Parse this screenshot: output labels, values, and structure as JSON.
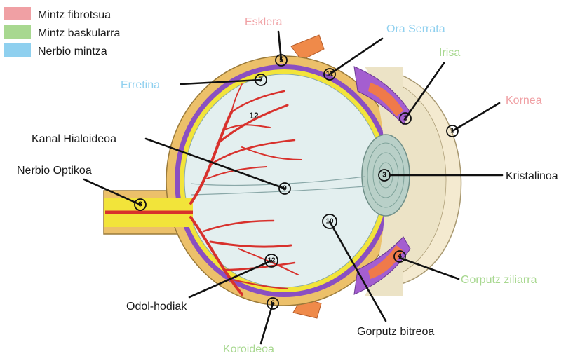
{
  "colors": {
    "fibrous": "#f0a0a4",
    "vascular": "#a8d890",
    "nervous": "#8fd0ef",
    "sclera": "#ecc06a",
    "choroid": "#8a4fc2",
    "retina": "#f2e43a",
    "vitreous": "#e3efef",
    "vessels": "#d8312c",
    "lens": "#b9d0c8",
    "cornea": "#f4ead0",
    "label_dark": "#1a1a1a"
  },
  "legend": [
    {
      "label": "Mintz fibrotsua",
      "color": "#f0a0a4"
    },
    {
      "label": "Mintz baskularra",
      "color": "#a8d890"
    },
    {
      "label": "Nerbio mintza",
      "color": "#8fd0ef"
    }
  ],
  "labels": {
    "esklera": {
      "text": "Esklera",
      "color": "#f0a0a4",
      "number": "5"
    },
    "ora_serrata": {
      "text": "Ora Serrata",
      "color": "#8fd0ef",
      "number": "11"
    },
    "irisa": {
      "text": "Irisa",
      "color": "#a8d890",
      "number": "2"
    },
    "erretina": {
      "text": "Erretina",
      "color": "#8fd0ef",
      "number": "7"
    },
    "kornea": {
      "text": "Kornea",
      "color": "#f0a0a4",
      "number": "1"
    },
    "kanal_hialoideoa": {
      "text": "Kanal Hialoideoa",
      "color": "#1a1a1a",
      "number": "9"
    },
    "kristalinoa": {
      "text": "Kristalinoa",
      "color": "#1a1a1a",
      "number": "3"
    },
    "nerbio_optikoa": {
      "text": "Nerbio Optikoa",
      "color": "#1a1a1a",
      "number": "8"
    },
    "gorputz_ziliarra": {
      "text": "Gorputz ziliarra",
      "color": "#a8d890",
      "number": "4"
    },
    "odol_hodiak": {
      "text": "Odol-hodiak",
      "color": "#1a1a1a",
      "number": "12"
    },
    "gorputz_bitreoa": {
      "text": "Gorputz bitreoa",
      "color": "#1a1a1a",
      "number": "10"
    },
    "koroideoa": {
      "text": "Koroideoa",
      "color": "#a8d890",
      "number": "6"
    }
  },
  "extra_numbers": {
    "vessels_upper": "12"
  }
}
